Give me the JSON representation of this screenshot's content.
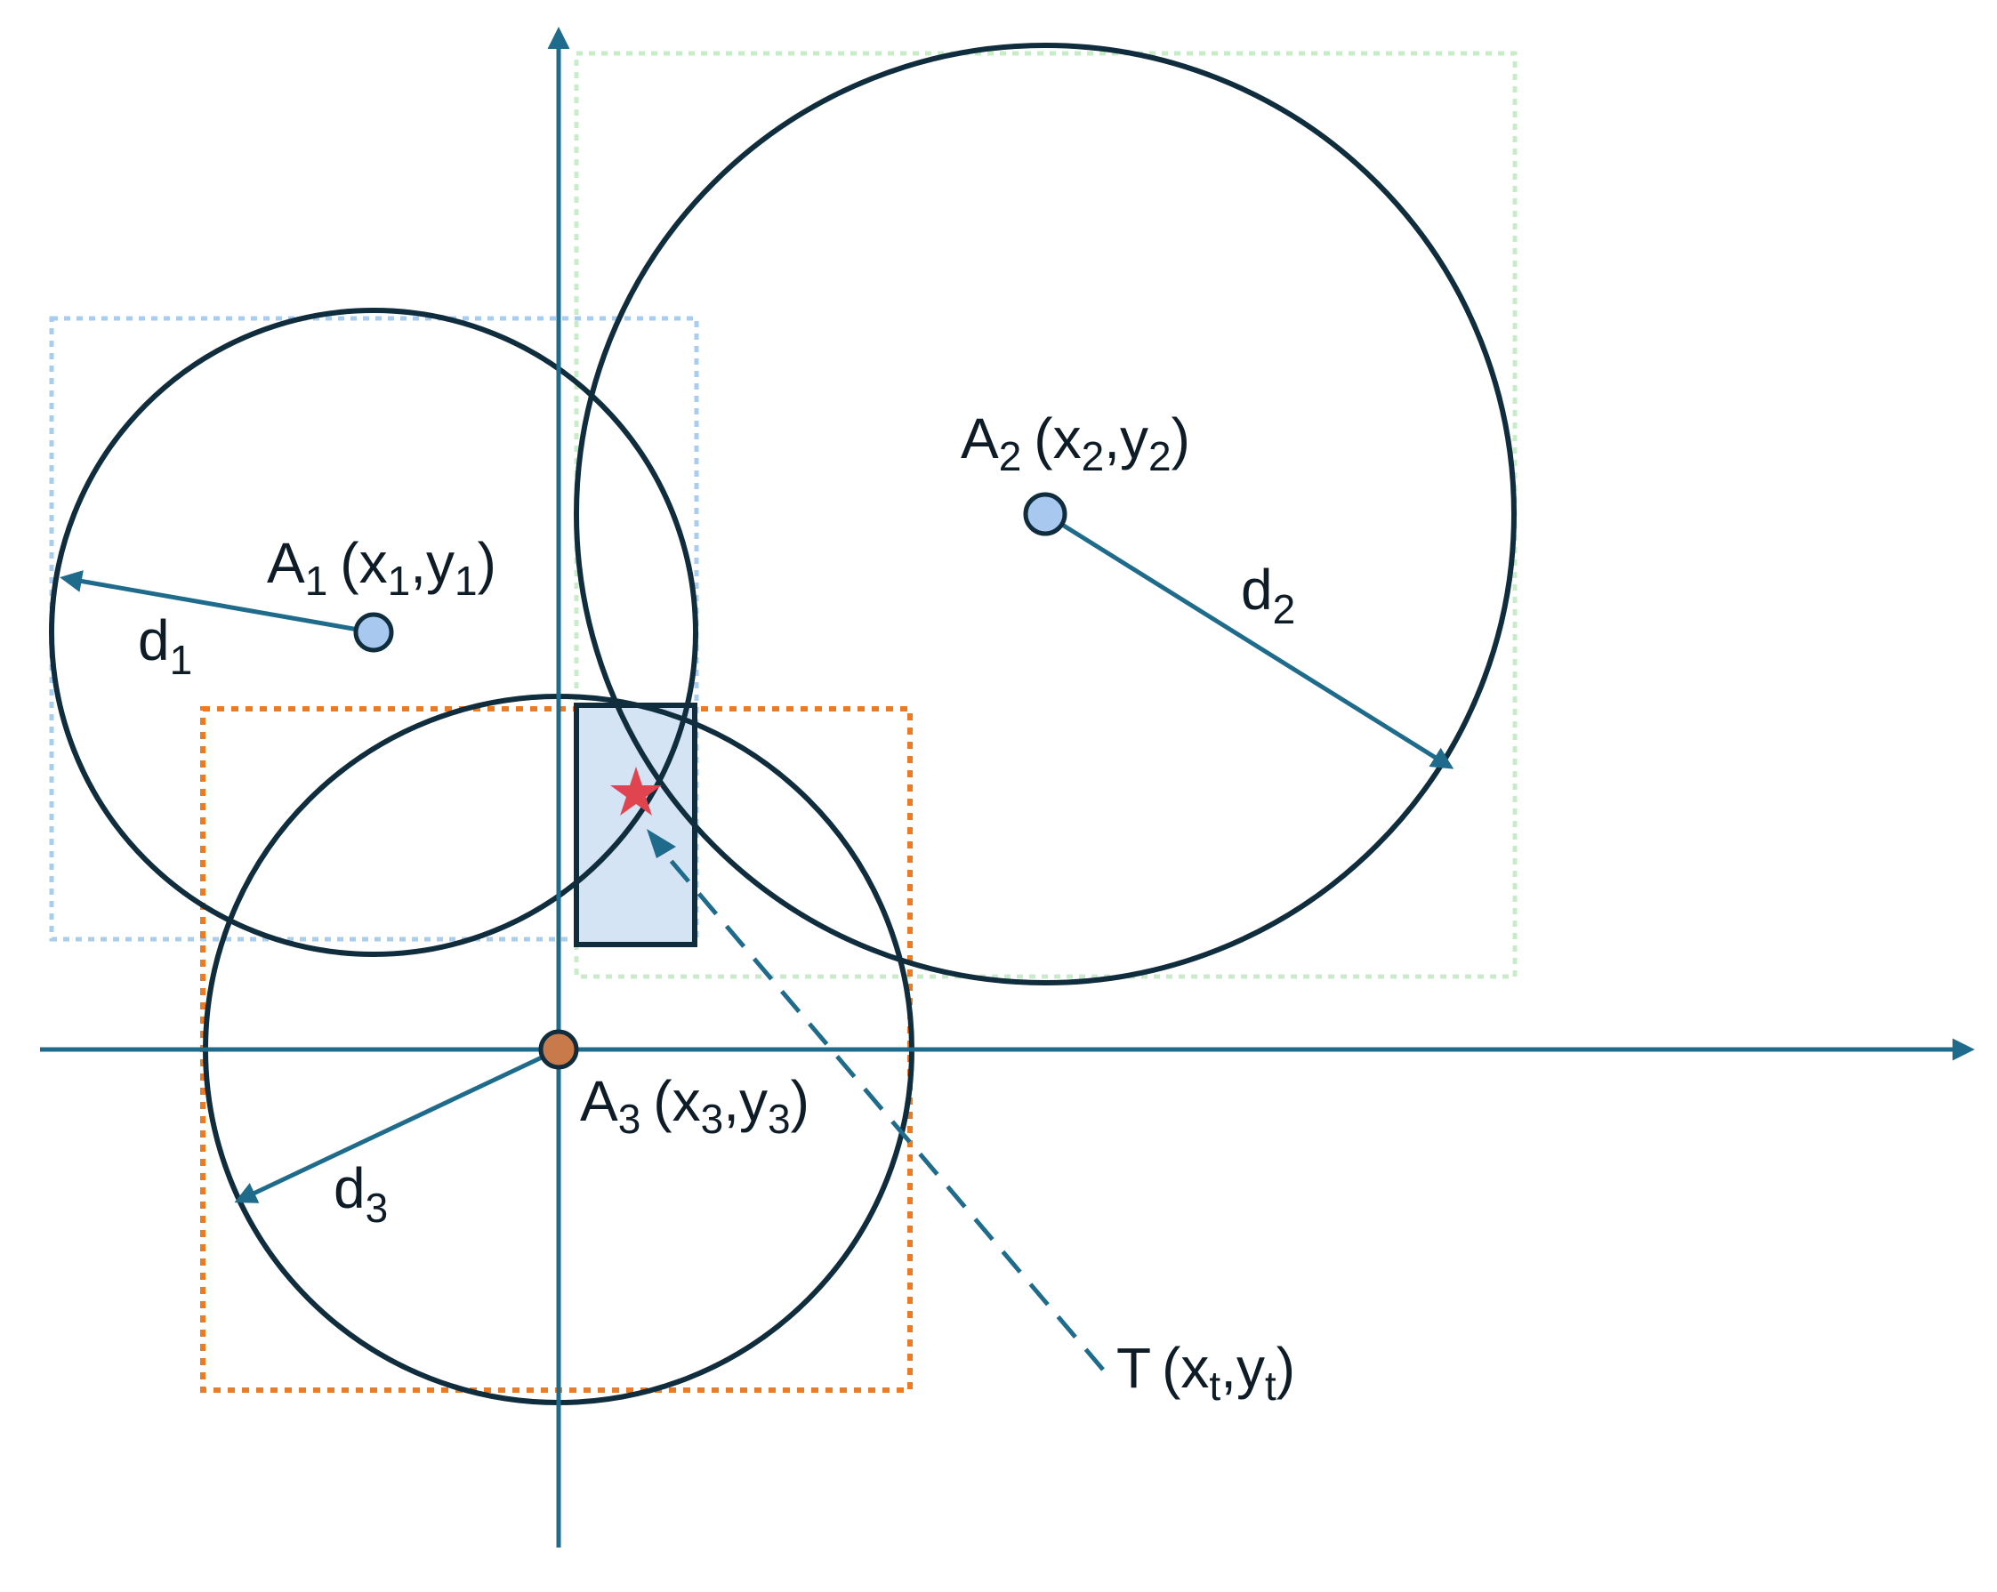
{
  "colors": {
    "axis": "#1f6b8c",
    "circle": "#0f2d3d",
    "anchor_fill": "#a8c8ef",
    "anchor3_fill": "#c87a4b",
    "box1": "#a9cdee",
    "box2": "#c8ecc8",
    "box3": "#ee7a22",
    "region_fill": "#d4e4f4",
    "target_star": "#e0454f"
  },
  "anchors": [
    {
      "name": "A",
      "sub": "1",
      "x": "x",
      "xsub": "1",
      "y": "y",
      "ysub": "1",
      "distance_label": "d",
      "distance_sub": "1"
    },
    {
      "name": "A",
      "sub": "2",
      "x": "x",
      "xsub": "2",
      "y": "y",
      "ysub": "2",
      "distance_label": "d",
      "distance_sub": "2"
    },
    {
      "name": "A",
      "sub": "3",
      "x": "x",
      "xsub": "3",
      "y": "y",
      "ysub": "3",
      "distance_label": "d",
      "distance_sub": "3"
    }
  ],
  "target": {
    "name": "T",
    "x": "x",
    "xsub": "t",
    "y": "y",
    "ysub": "t"
  },
  "punct": {
    "open": "(",
    "comma": ",",
    "close": ")"
  },
  "icons": {
    "target": "star-icon",
    "anchor": "circle-dot-icon"
  }
}
